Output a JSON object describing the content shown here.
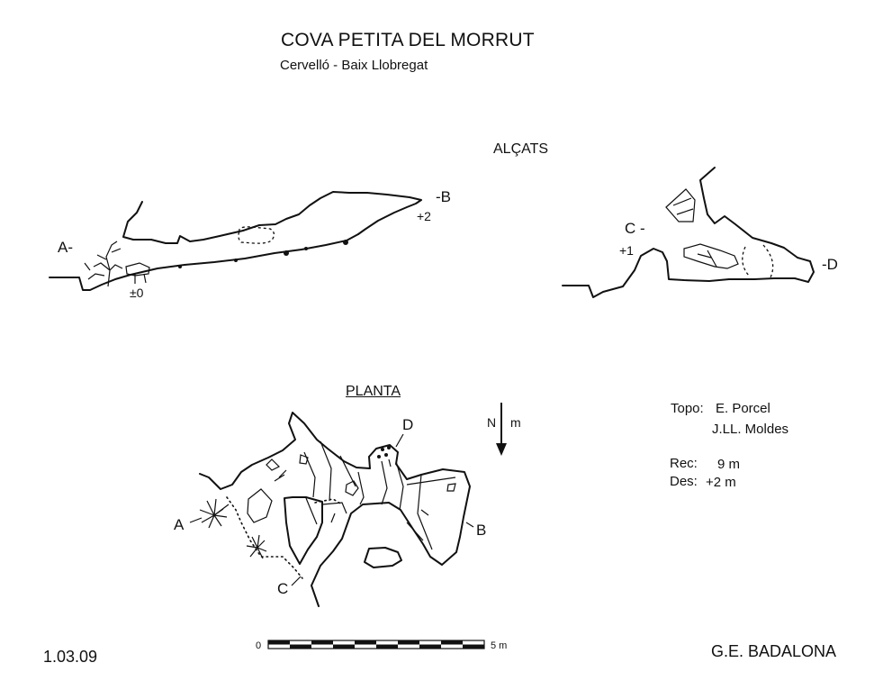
{
  "title": "COVA PETITA DEL MORRUT",
  "subtitle": "Cervelló  -  Baix Llobregat",
  "sections": {
    "elevations": "ALÇATS",
    "plan": "PLANTA"
  },
  "elevation_labels": {
    "a": "A-",
    "b": "-B",
    "b_level": "+2",
    "a_level": "±0",
    "c": "C -",
    "c_level": "+1",
    "d": "-D"
  },
  "plan_labels": {
    "a": "A",
    "b": "B",
    "c": "C",
    "d": "D"
  },
  "north": {
    "label": "N",
    "unit": "m"
  },
  "credits": {
    "topo_label": "Topo:",
    "surveyor_1": "E. Porcel",
    "surveyor_2": "J.LL. Moldes",
    "rec_label": "Rec:",
    "rec_value": "9 m",
    "des_label": "Des:",
    "des_value": "+2 m"
  },
  "scale": {
    "start": "0",
    "end": "5 m"
  },
  "date": "1.03.09",
  "group": "G.E. BADALONA"
}
